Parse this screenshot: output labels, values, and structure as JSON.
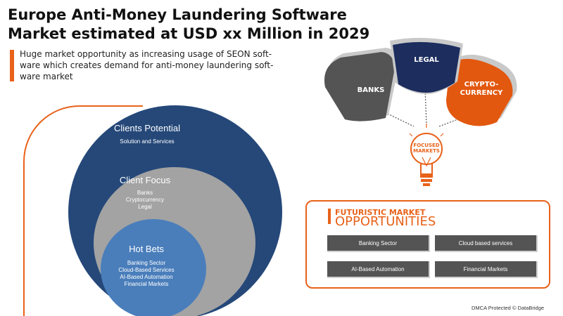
{
  "title": {
    "line1": "Europe Anti-Money Laundering Software",
    "line2": "Market estimated at USD xx Million in 2029"
  },
  "subtitle": {
    "line1": "Huge market opportunity as increasing usage of SEON soft-",
    "line2": "ware which creates demand for anti-money laundering soft-",
    "line3": "ware market"
  },
  "circles": {
    "outer": {
      "heading": "Clients Potential",
      "items": [
        "Solution and Services"
      ]
    },
    "middle": {
      "heading": "Client Focus",
      "items": [
        "Banks",
        "Cryptocurrency",
        "Legal"
      ]
    },
    "inner": {
      "heading": "Hot Bets",
      "items": [
        "Banking Sector",
        "Cloud-Based Services",
        "AI-Based Automation",
        "Financial Markets"
      ]
    }
  },
  "focused": {
    "petals": {
      "left": "BANKS",
      "center": "LEGAL",
      "right_line1": "CRYPTO-",
      "right_line2": "CURRENCY"
    },
    "bulb_line1": "FOCUSED",
    "bulb_line2": "MARKETS"
  },
  "opportunities": {
    "title_line1": "FUTURISTIC MARKET",
    "title_line2": "OPPORTUNITIES",
    "cells": [
      "Banking Sector",
      "Cloud based services",
      "AI-Based Automation",
      "Financial Markets"
    ]
  },
  "footer": "DMCA Protected © DataBridge",
  "colors": {
    "accent": "#e8621a",
    "navy": "#1c2d5e",
    "outer_circle": "#254879",
    "middle_circle": "#a3a3a3",
    "inner_circle": "#4a7ebb",
    "dark_gray": "#545454"
  }
}
